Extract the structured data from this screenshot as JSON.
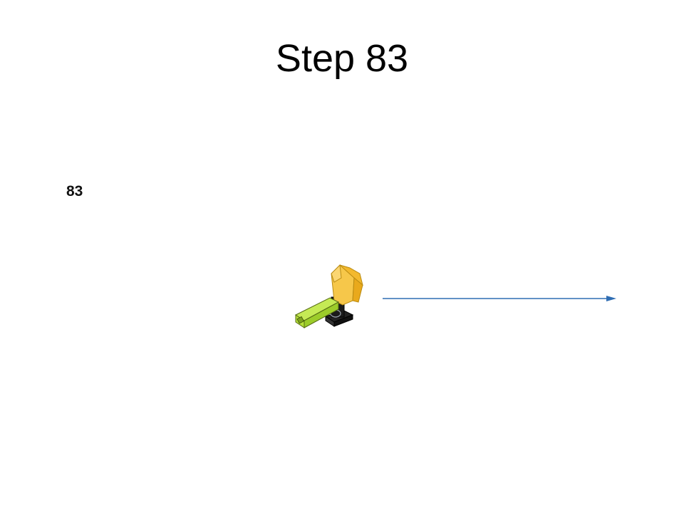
{
  "slide": {
    "title": "Step 83",
    "step_number": "83"
  },
  "colors": {
    "background": "#ffffff",
    "title_text": "#000000",
    "arrow": "#2f6db3",
    "part_lime": "#b6e03a",
    "part_yellow": "#f6c74a",
    "part_black": "#1a1a1a"
  },
  "diagram": {
    "parts": [
      "lime-green-beam-part",
      "yellow-wedge-part",
      "black-connector-part"
    ],
    "arrow_direction": "right"
  }
}
